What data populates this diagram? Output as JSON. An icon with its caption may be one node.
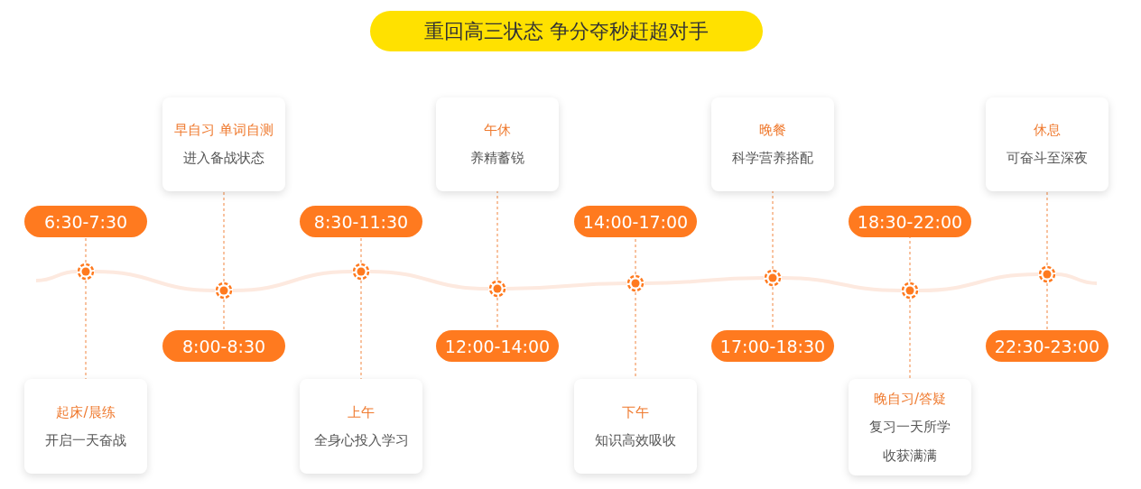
{
  "diagram": {
    "title": "重回高三状态 争分夺秒赶超对手",
    "nodes": [
      {
        "text": [
          "6:30-7:30"
        ]
      },
      {
        "text": [],
        "shape": "circle"
      },
      {
        "text": [
          "起床/晨练",
          "开启一天奋战"
        ]
      },
      {
        "text": [
          "8:00-8:30"
        ]
      },
      {
        "text": [],
        "shape": "circle"
      },
      {
        "text": [
          "早自习 单词自测",
          "进入备战状态"
        ]
      },
      {
        "text": [
          "8:30-11:30"
        ]
      },
      {
        "text": [],
        "shape": "circle"
      },
      {
        "text": [
          "上午",
          "全身心投入学习"
        ]
      },
      {
        "text": [
          "12:00-14:00"
        ]
      },
      {
        "text": [],
        "shape": "circle"
      },
      {
        "text": [
          "午休",
          "养精蓄锐"
        ]
      },
      {
        "text": [
          "14:00-17:00"
        ]
      },
      {
        "text": [],
        "shape": "circle"
      },
      {
        "text": [
          "下午",
          "知识高效吸收"
        ]
      },
      {
        "text": [
          "17:00-18:30"
        ]
      },
      {
        "text": [],
        "shape": "circle"
      },
      {
        "text": [
          "晚餐",
          "科学营养搭配"
        ]
      },
      {
        "text": [
          "18:30-22:00"
        ]
      },
      {
        "text": [],
        "shape": "circle"
      },
      {
        "text": [
          "晚自习/答疑",
          "复习一天所学收获满满"
        ]
      },
      {
        "text": [
          "22:30-23:00"
        ]
      },
      {
        "text": [],
        "shape": "circle"
      },
      {
        "text": [
          "休息",
          "可奋斗至深夜"
        ]
      }
    ],
    "edges": [
      {
        "from": 1,
        "to": 0,
        "arrow": "none",
        "style": "dashed"
      },
      {
        "from": 1,
        "to": 2,
        "arrow": "none",
        "style": "dashed"
      },
      {
        "from": 4,
        "to": 3,
        "arrow": "none",
        "style": "dashed"
      },
      {
        "from": 4,
        "to": 5,
        "arrow": "none",
        "style": "dashed"
      },
      {
        "from": 7,
        "to": 6,
        "arrow": "none",
        "style": "dashed"
      },
      {
        "from": 7,
        "to": 8,
        "arrow": "none",
        "style": "dashed"
      },
      {
        "from": 10,
        "to": 9,
        "arrow": "none",
        "style": "dashed"
      },
      {
        "from": 10,
        "to": 11,
        "arrow": "none",
        "style": "dashed"
      },
      {
        "from": 13,
        "to": 12,
        "arrow": "none",
        "style": "dashed"
      },
      {
        "from": 13,
        "to": 14,
        "arrow": "none",
        "style": "dashed"
      },
      {
        "from": 16,
        "to": 15,
        "arrow": "none",
        "style": "dashed"
      },
      {
        "from": 16,
        "to": 17,
        "arrow": "none",
        "style": "dashed"
      },
      {
        "from": 19,
        "to": 18,
        "arrow": "none",
        "style": "dashed"
      },
      {
        "from": 19,
        "to": 20,
        "arrow": "none",
        "style": "dashed"
      },
      {
        "from": 22,
        "to": 21,
        "arrow": "none",
        "style": "dashed"
      },
      {
        "from": 22,
        "to": 23,
        "arrow": "none",
        "style": "dashed"
      },
      {
        "from": null,
        "to": 1,
        "arrow": "none",
        "style": "thick",
        "color": "#fde9df"
      },
      {
        "from": 1,
        "to": 4,
        "arrow": "none",
        "style": "thick",
        "color": "#fde9df"
      },
      {
        "from": 4,
        "to": 7,
        "arrow": "none",
        "style": "thick",
        "color": "#fde9df"
      },
      {
        "from": 7,
        "to": 10,
        "arrow": "none",
        "style": "thick",
        "color": "#fde9df"
      },
      {
        "from": 10,
        "to": 13,
        "arrow": "none",
        "style": "thick",
        "color": "#fde9df"
      },
      {
        "from": 13,
        "to": 16,
        "arrow": "none",
        "style": "thick",
        "color": "#fde9df"
      },
      {
        "from": 16,
        "to": 19,
        "arrow": "none",
        "style": "thick",
        "color": "#fde9df"
      },
      {
        "from": 19,
        "to": 22,
        "arrow": "none",
        "style": "thick",
        "color": "#fde9df"
      },
      {
        "from": 22,
        "to": null,
        "arrow": "none",
        "style": "thick",
        "color": "#fde9df"
      }
    ]
  }
}
